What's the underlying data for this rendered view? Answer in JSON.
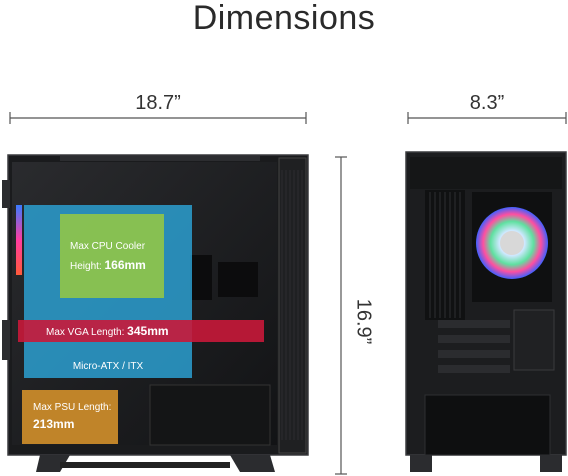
{
  "title": "Dimensions",
  "dimensions": {
    "width": "18.7”",
    "depth": "8.3”",
    "height": "16.9”"
  },
  "callouts": {
    "cpu_cooler": {
      "label_line1": "Max CPU Cooler",
      "label_line2": "Height:",
      "value": "166mm",
      "color": "#8fc44a"
    },
    "vga": {
      "label": "Max VGA Length:",
      "value": "345mm",
      "color": "#c8183a"
    },
    "motherboard": {
      "label": "Micro-ATX / ITX",
      "color": "#2c9fd0"
    },
    "psu": {
      "label_line1": "Max PSU Length:",
      "value": "213mm",
      "color": "#c98a2a"
    }
  }
}
